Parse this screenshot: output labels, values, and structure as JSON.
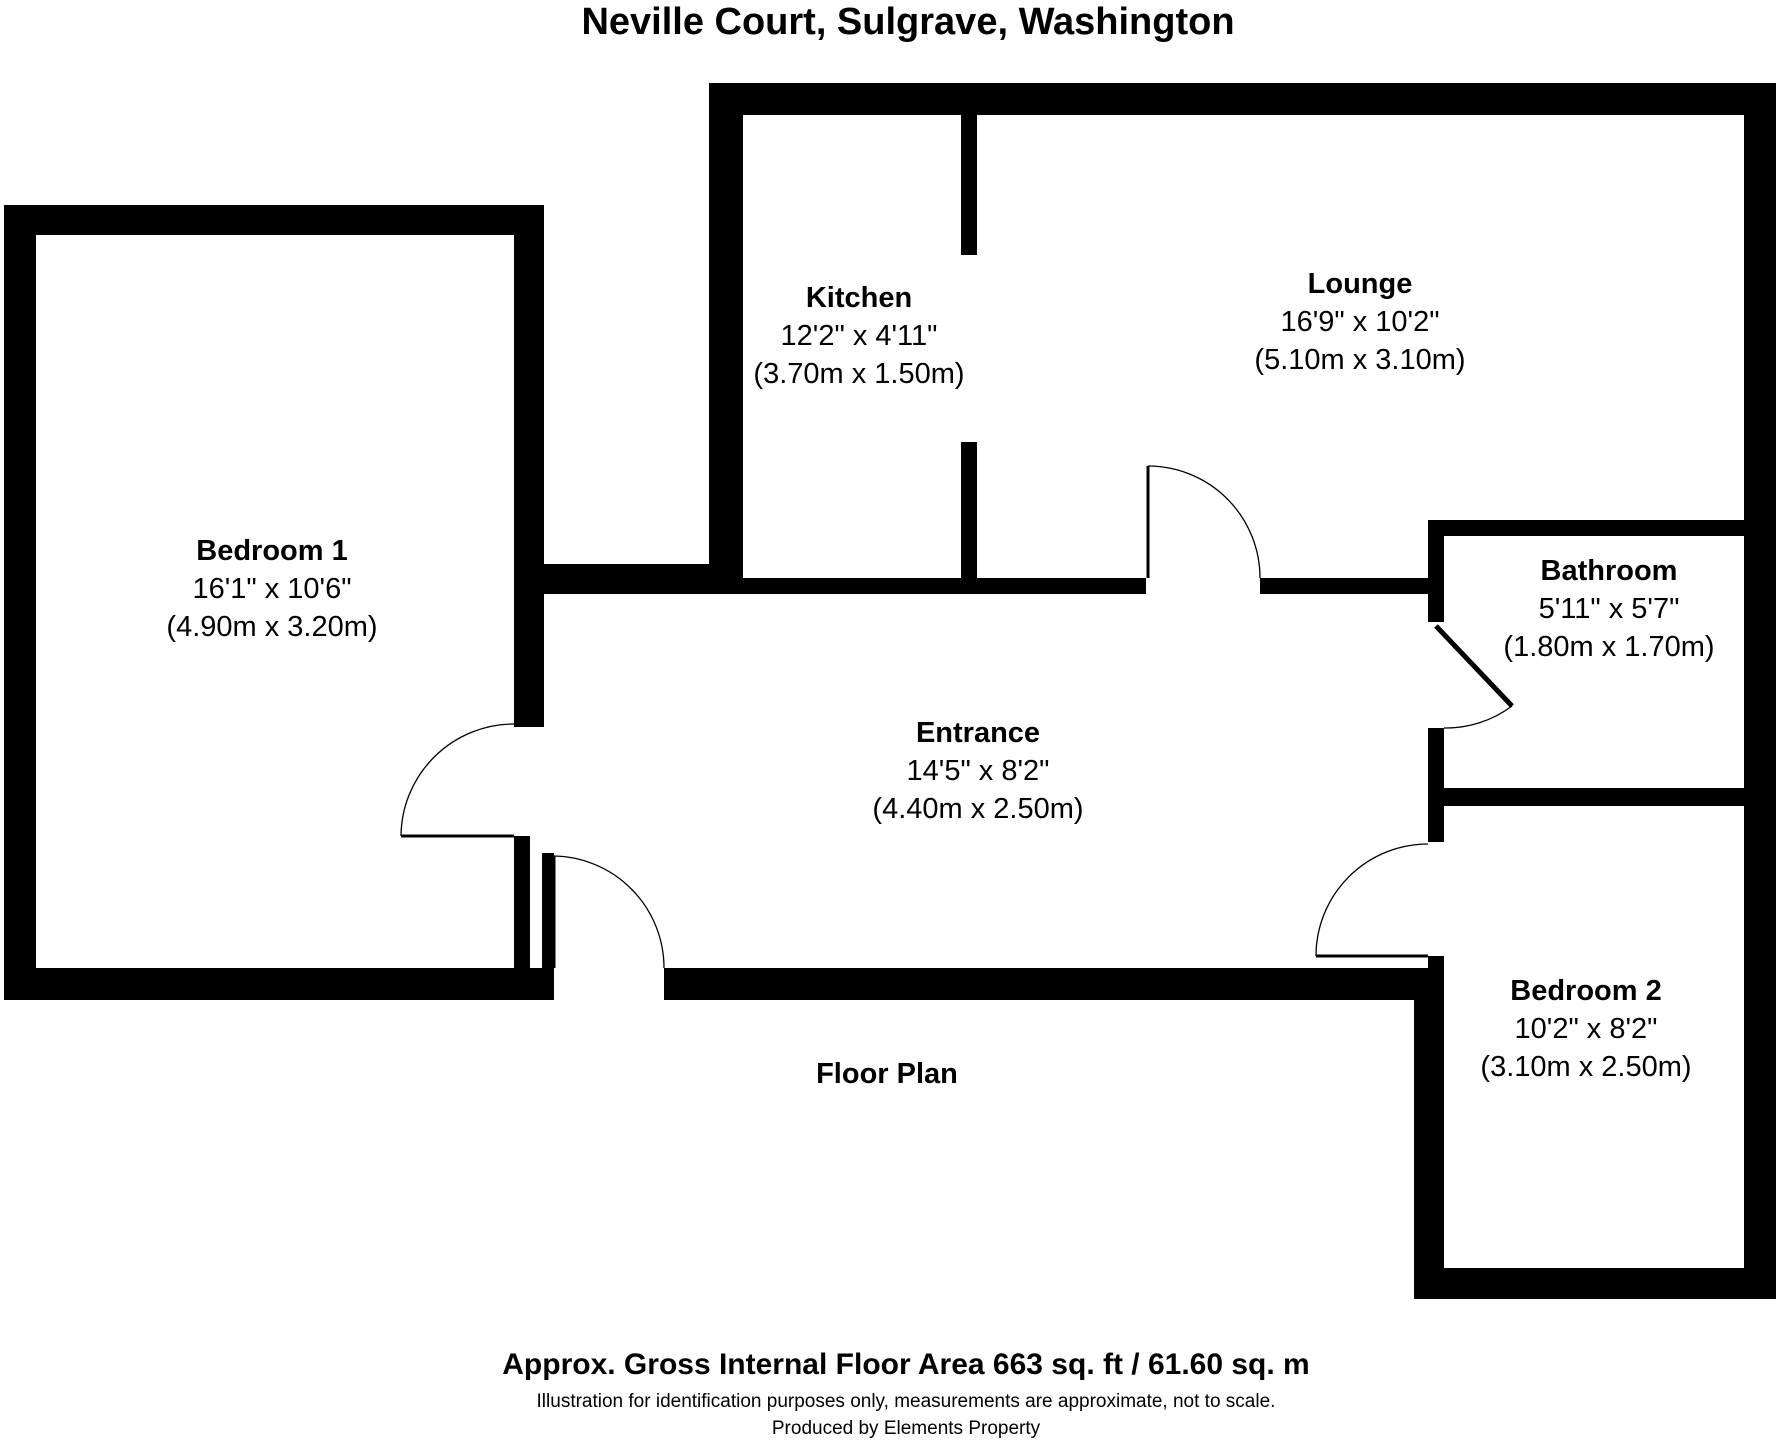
{
  "title": "Neville Court, Sulgrave, Washington",
  "plan_label": "Floor Plan",
  "rooms": [
    {
      "name": "Kitchen",
      "imperial": "12'2\" x 4'11\"",
      "metric": "(3.70m x 1.50m)"
    },
    {
      "name": "Lounge",
      "imperial": "16'9\" x 10'2\"",
      "metric": "(5.10m x 3.10m)"
    },
    {
      "name": "Bedroom 1",
      "imperial": "16'1\" x 10'6\"",
      "metric": "(4.90m x 3.20m)"
    },
    {
      "name": "Bathroom",
      "imperial": "5'11\" x 5'7\"",
      "metric": "(1.80m x 1.70m)"
    },
    {
      "name": "Entrance",
      "imperial": "14'5\" x 8'2\"",
      "metric": "(4.40m x 2.50m)"
    },
    {
      "name": "Bedroom 2",
      "imperial": "10'2\" x 8'2\"",
      "metric": "(3.10m x 2.50m)"
    }
  ],
  "footer": {
    "area": "Approx. Gross Internal Floor Area 663 sq. ft / 61.60 sq. m",
    "disclaimer": "Illustration for identification purposes only, measurements are approximate, not to scale.",
    "credit": "Produced by Elements Property"
  }
}
